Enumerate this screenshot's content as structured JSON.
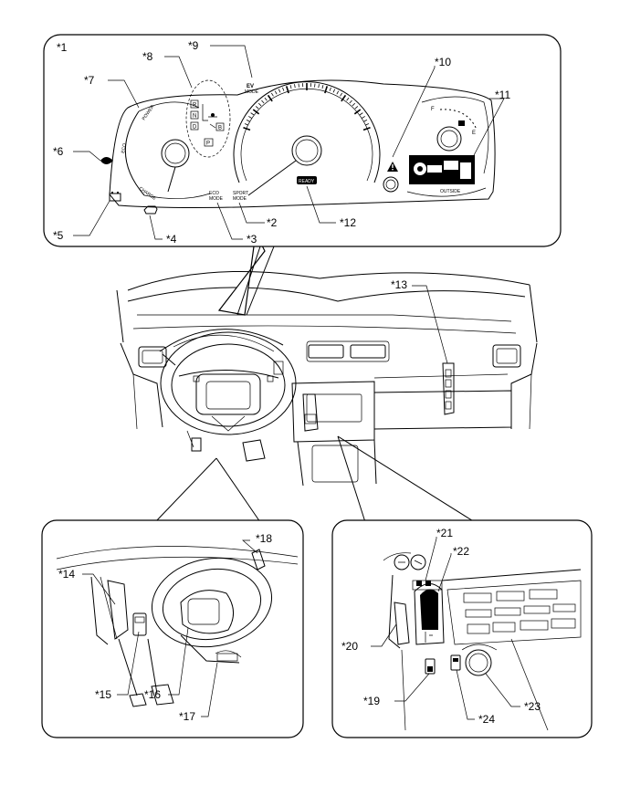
{
  "panels": {
    "cluster": {
      "id": "*1"
    },
    "driver_side": {},
    "center_console": {}
  },
  "callouts": {
    "c2": "*2",
    "c3": "*3",
    "c4": "*4",
    "c5": "*5",
    "c6": "*6",
    "c7": "*7",
    "c8": "*8",
    "c9": "*9",
    "c10": "*10",
    "c11": "*11",
    "c12": "*12",
    "c13": "*13",
    "c14": "*14",
    "c15": "*15",
    "c16": "*16",
    "c17": "*17",
    "c18": "*18",
    "c19": "*19",
    "c20": "*20",
    "c21": "*21",
    "c22": "*22",
    "c23": "*23",
    "c24": "*24"
  },
  "gauge_text": {
    "power": "POWER",
    "eco": "ECO",
    "charge": "CHARGE",
    "gear_r": "R",
    "gear_n": "N",
    "gear_d": "D",
    "gear_p": "P",
    "gear_b": "B",
    "ev_mode_1": "EV",
    "ev_mode_2": "MODE",
    "eco_mode_1": "ECO",
    "eco_mode_2": "MODE",
    "sport_mode_1": "SPORT",
    "sport_mode_2": "MODE",
    "ready": "READY",
    "fuel_f": "F",
    "fuel_e": "E",
    "outside": "OUTSIDE"
  },
  "icons": {
    "battery": "battery-warning-icon",
    "engine": "check-engine-icon",
    "master_warning": "master-warning-triangle-icon",
    "brake": "brake-system-icon"
  }
}
